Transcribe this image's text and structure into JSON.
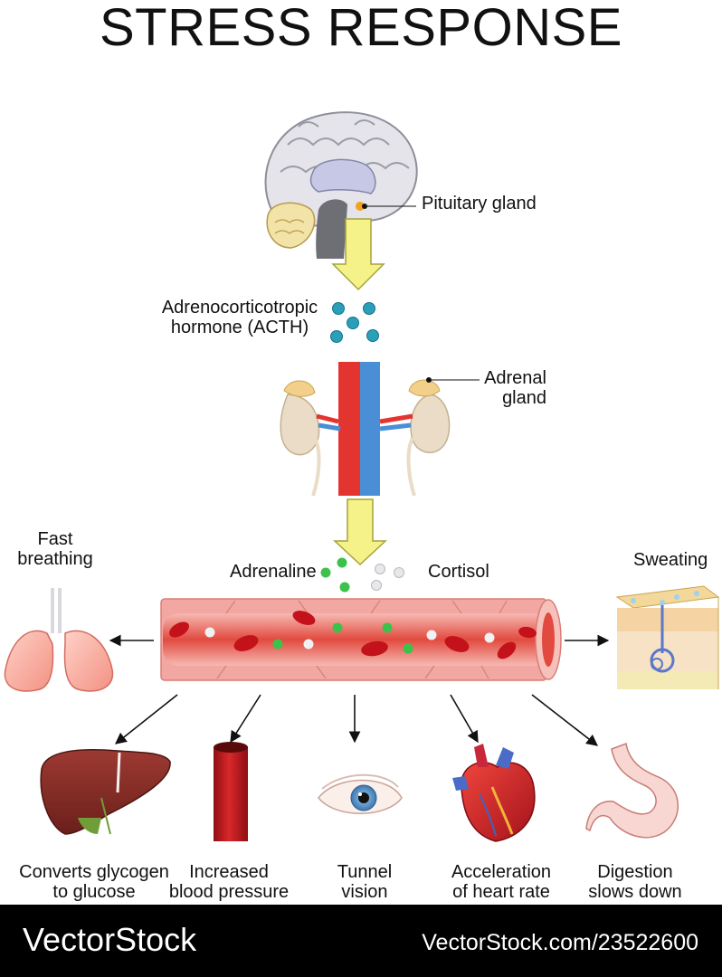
{
  "title": "STRESS RESPONSE",
  "labels": {
    "pituitary": "Pituitary gland",
    "acth_1": "Adrenocorticotropic",
    "acth_2": "hormone (ACTH)",
    "adrenal_1": "Adrenal",
    "adrenal_2": "gland",
    "fast_1": "Fast",
    "fast_2": "breathing",
    "adrenaline": "Adrenaline",
    "cortisol": "Cortisol",
    "sweating": "Sweating"
  },
  "effects": [
    {
      "line1": "Converts glycogen",
      "line2": "to glucose"
    },
    {
      "line1": "Increased",
      "line2": "blood pressure"
    },
    {
      "line1": "Tunnel",
      "line2": "vision"
    },
    {
      "line1": "Acceleration",
      "line2": "of heart rate"
    },
    {
      "line1": "Digestion",
      "line2": "slows down"
    }
  ],
  "footer": {
    "brand": "VectorStock",
    "url": "VectorStock.com/23522600"
  },
  "colors": {
    "artery": "#e3342f",
    "vein": "#4a8fd6",
    "arrow_fill": "#f6f28a",
    "acth_particle": "#2aa0b8",
    "adrenaline_particle": "#3cc24a",
    "cortisol_particle": "#e8e8ea",
    "blood_cell": "#c4121a",
    "vessel_wall": "#f2a7a2"
  }
}
